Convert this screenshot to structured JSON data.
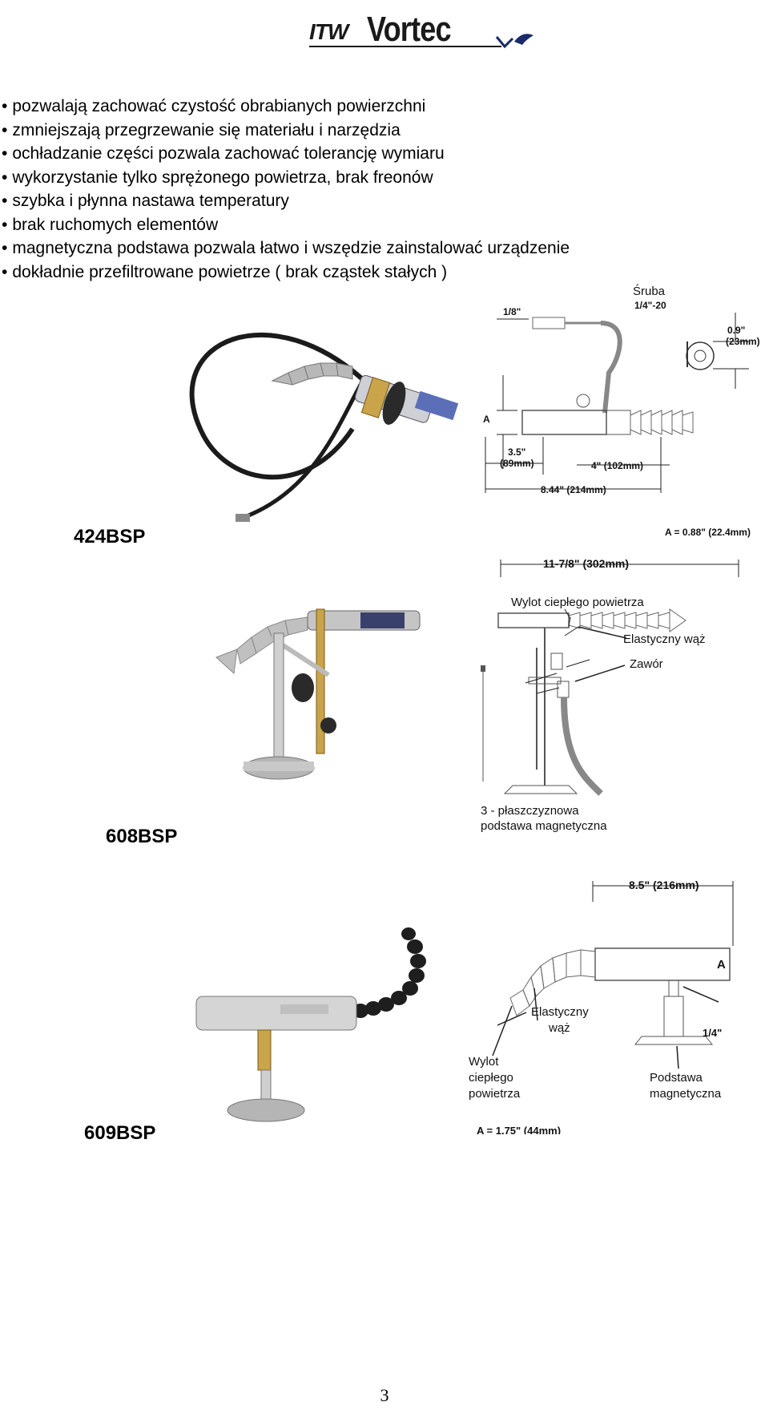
{
  "header": {
    "logo_itw": "ITW",
    "logo_vortec": "Vortec"
  },
  "bullets": [
    "pozwalają zachować czystość obrabianych powierzchni",
    "zmniejszają przegrzewanie się materiału i narzędzia",
    "ochładzanie części pozwala zachować tolerancję wymiaru",
    "wykorzystanie tylko sprężonego powietrza, brak freonów",
    "szybka i płynna nastawa temperatury",
    "brak ruchomych elementów",
    "magnetyczna podstawa pozwala łatwo i wszędzie zainstalować urządzenie",
    "dokładnie przefiltrowane powietrze ( brak cząstek stałych )"
  ],
  "products": [
    {
      "model": "424BSP",
      "diagram": {
        "screw_label": "Śruba",
        "screw_size": "1/4\"-20",
        "inlet_size": "1/8\"",
        "height_label": "0.9\"",
        "height_metric": "(23mm)",
        "body_len": "3.5\"",
        "body_len_metric": "(89mm)",
        "hose_len": "4\" (102mm)",
        "total_len": "8.44\" (214mm)",
        "a_marker": "A",
        "a_value": "A = 0.88\" (22.4mm)"
      }
    },
    {
      "model": "608BSP",
      "diagram": {
        "total_len": "11-7/8\" (302mm)",
        "hot_outlet": "Wylot ciepłego powietrza",
        "flex_hose": "Elastyczny wąż",
        "valve": "Zawór",
        "base_line1": "3 - płaszczyznowa",
        "base_line2": "podstawa magnetyczna"
      }
    },
    {
      "model": "609BSP",
      "diagram": {
        "total_len": "8.5\" (216mm)",
        "a_marker": "A",
        "screw": "1/4\"",
        "flex_line1": "Elastyczny",
        "flex_line2": "wąż",
        "hot_line1": "Wylot",
        "hot_line2": "ciepłego",
        "hot_line3": "powietrza",
        "base_line1": "Podstawa",
        "base_line2": "magnetyczna",
        "a_value": "A = 1.75\" (44mm)"
      }
    }
  ],
  "footer": {
    "page_number": "3"
  }
}
